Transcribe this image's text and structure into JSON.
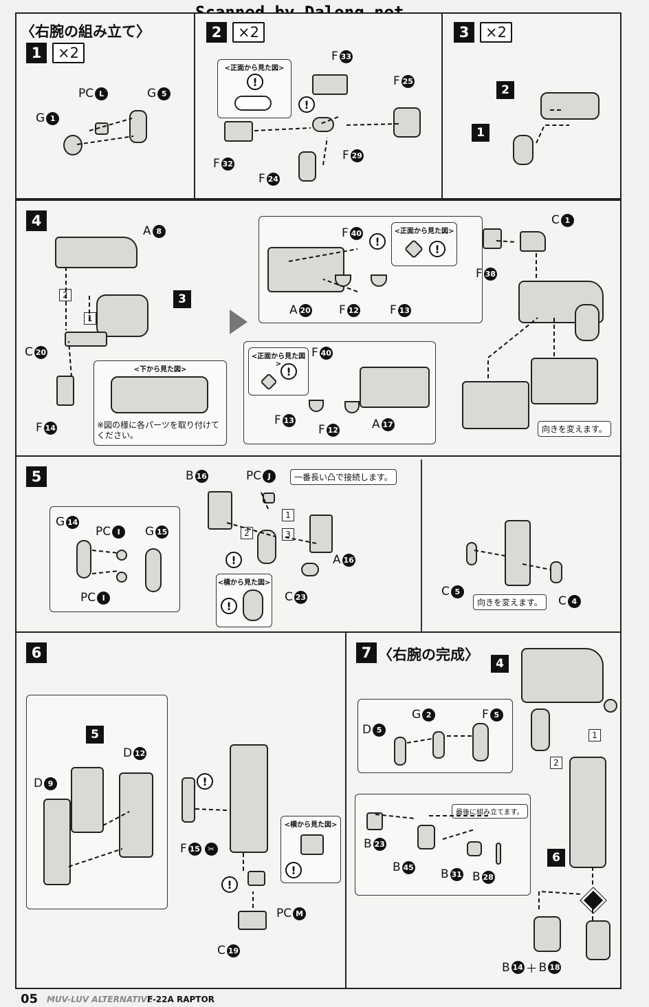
{
  "header": {
    "watermark": "Scanned by Dalong.net"
  },
  "section": {
    "title": "〈右腕の組み立て〉",
    "complete_title": "〈右腕の完成〉"
  },
  "views": {
    "front": "<正面から見た図>",
    "bottom": "<下から見た図>",
    "side": "<横から見た図>"
  },
  "steps": {
    "s1": {
      "num": "1",
      "times": "×2",
      "labels": {
        "pc": "PC",
        "pc_l": "L",
        "g": "G",
        "g5": "5",
        "g1": "1"
      }
    },
    "s2": {
      "num": "2",
      "times": "×2",
      "labels": {
        "f33": "33",
        "f25": "25",
        "f32": "32",
        "f29": "29",
        "f24": "24"
      }
    },
    "s3": {
      "num": "3",
      "times": "×2",
      "sub2": "2",
      "sub1": "1"
    },
    "s4": {
      "num": "4",
      "ref3": "3",
      "a8": "8",
      "c20": "20",
      "f14": "14",
      "note_text": "※図の様に各パーツを取り付けてください。",
      "up": {
        "f40": "40",
        "a20": "20",
        "f12": "12",
        "f13": "13"
      },
      "low": {
        "f40": "40",
        "f13": "13",
        "f12": "12",
        "a17": "17"
      },
      "f38": "38",
      "c1": "1",
      "turn_note": "向きを変えます。",
      "step1": "1",
      "step2": "2"
    },
    "s5": {
      "num": "5",
      "b16": "16",
      "pc_j": "J",
      "note_conn": "一番長い凸で接続します。",
      "g14": "14",
      "pc_i": "I",
      "g15": "15",
      "a16": "16",
      "c23": "23",
      "c5": "5",
      "c4": "4",
      "turn_note": "向きを変えます。",
      "n1": "1",
      "n2": "2",
      "n3": "3"
    },
    "s6": {
      "num": "6",
      "ref5": "5",
      "d9": "9",
      "d12": "12",
      "f15": "15",
      "pc_m": "M",
      "c19": "19"
    },
    "s7": {
      "num": "7",
      "ref4": "4",
      "ref6": "6",
      "d5": "5",
      "g2": "2",
      "f5": "5",
      "b23": "23",
      "b45": "45",
      "b31": "31",
      "b28": "28",
      "last_note": "最後に組み立てます。",
      "b14": "14",
      "b18": "18",
      "plus": "＋",
      "n1": "1",
      "n2": "2"
    }
  },
  "letters": {
    "A": "A",
    "B": "B",
    "C": "C",
    "D": "D",
    "F": "F",
    "G": "G",
    "PC": "PC"
  },
  "warn_mark": "!",
  "footer": {
    "page": "05",
    "series": "MUV-LUV ALTERNATIVE",
    "model": "F-22A RAPTOR"
  }
}
